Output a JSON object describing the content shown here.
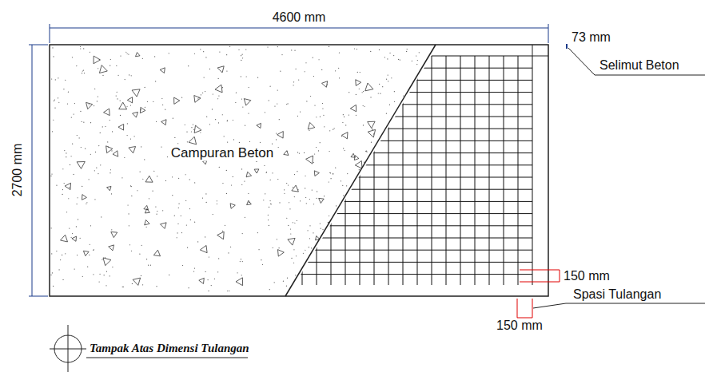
{
  "diagram": {
    "caption": "Tampak Atas Dimensi Tulangan",
    "labels": [
      "4600 mm",
      "73 mm",
      "Selimut Beton",
      "2700 mm",
      "Campuran Beton",
      "150 mm",
      "Spasi Tulangan",
      "150 mm"
    ]
  }
}
